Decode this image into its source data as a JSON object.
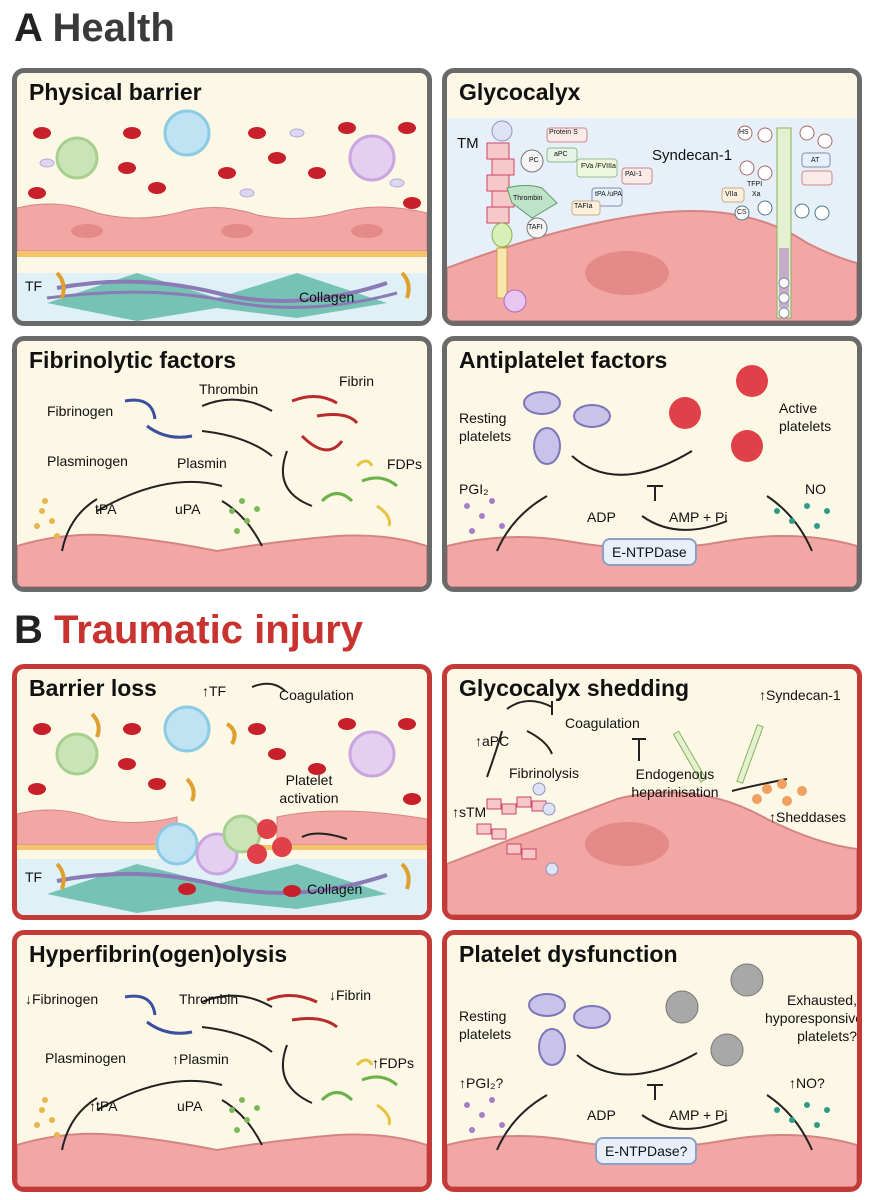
{
  "sectionA": {
    "letter": "A",
    "word": "Health"
  },
  "sectionB": {
    "letter": "B",
    "word": "Traumatic injury"
  },
  "panels": {
    "physical": {
      "title": "Physical barrier",
      "tf": "TF",
      "collagen": "Collagen"
    },
    "glyco": {
      "title": "Glycocalyx",
      "tm": "TM",
      "syndecan": "Syndecan-1",
      "proteinS": "Protein S",
      "pc": "PC",
      "apc": "aPC",
      "fva": "FVa /FVIIIa",
      "thrombin": "Thrombin",
      "pai": "PAI-1",
      "tpa": "tPA /uPA",
      "tafia": "TAFIa",
      "tafi": "TAFI",
      "hs": "HS",
      "at": "AT",
      "tfpi": "TFPI",
      "xa": "Xa",
      "viia": "VIIa",
      "cs": "CS"
    },
    "fibrino": {
      "title": "Fibrinolytic factors",
      "fibrinogen": "Fibrinogen",
      "thrombin": "Thrombin",
      "fibrin": "Fibrin",
      "plasminogen": "Plasminogen",
      "plasmin": "Plasmin",
      "fdps": "FDPs",
      "tpa": "tPA",
      "upa": "uPA"
    },
    "antiplatelet": {
      "title": "Antiplatelet factors",
      "resting": "Resting platelets",
      "active": "Active platelets",
      "pgi": "PGI₂",
      "no": "NO",
      "adp": "ADP",
      "amp": "AMP + Pi",
      "entpd": "E-NTPDase"
    },
    "barrierloss": {
      "title": "Barrier loss",
      "tf_up": "↑TF",
      "coag": "Coagulation",
      "plt": "Platelet activation",
      "tf": "TF",
      "collagen": "Collagen"
    },
    "shedding": {
      "title": "Glycocalyx shedding",
      "coag": "Coagulation",
      "apc": "↑aPC",
      "fibrinolysis": "Fibrinolysis",
      "endo": "Endogenous heparinisation",
      "syn": "↑Syndecan-1",
      "stm": "↑sTM",
      "sheddases": "↑Sheddases"
    },
    "hyper": {
      "title": "Hyperfibrin(ogen)olysis",
      "fibrinogen": "↓Fibrinogen",
      "thrombin": "Thrombin",
      "fibrin": "↓Fibrin",
      "plasminogen": "Plasminogen",
      "plasmin": "↑Plasmin",
      "fdps": "↑FDPs",
      "tpa": "↑tPA",
      "upa": "uPA"
    },
    "dysfunction": {
      "title": "Platelet dysfunction",
      "resting": "Resting platelets",
      "exhausted": "Exhausted, hyporesponsive platelets?",
      "pgi": "↑PGI₂?",
      "no": "↑NO?",
      "adp": "ADP",
      "amp": "AMP + Pi",
      "entpd": "E-NTPDase?"
    }
  },
  "colors": {
    "health_border": "#6a6a6a",
    "injury_border": "#c33a37",
    "background": "#fdf7e6",
    "rbc": "#c8202a",
    "cell": "#f2a7a5",
    "collagen": "#5bb8a6"
  }
}
